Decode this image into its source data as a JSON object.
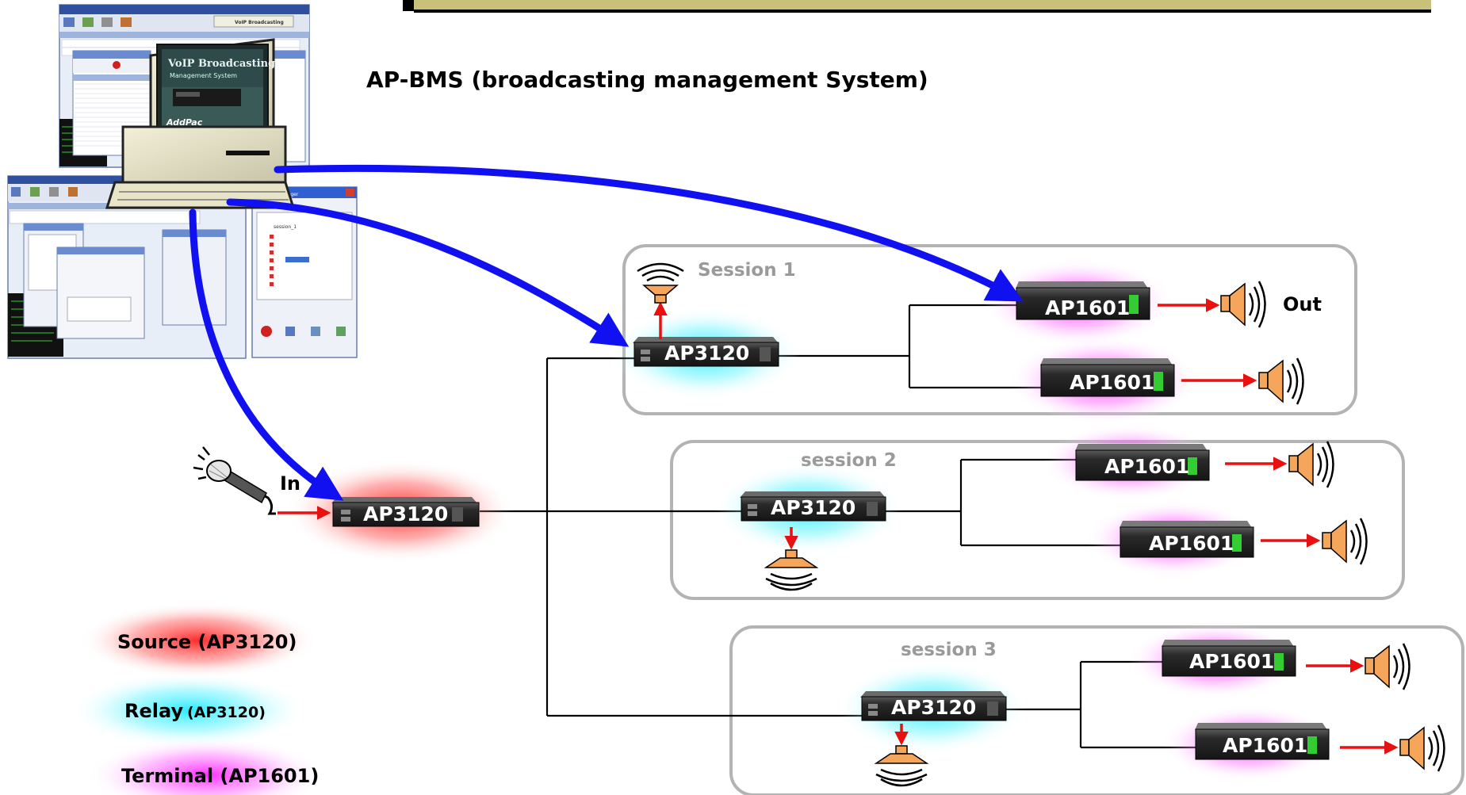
{
  "title": "AP-BMS (broadcasting management System)",
  "labels": {
    "in": "In",
    "out": "Out"
  },
  "sessions": {
    "s1": "Session 1",
    "s2": "session 2",
    "s3": "session 3"
  },
  "devices": {
    "source": "AP3120",
    "relay1": "AP3120",
    "relay2": "AP3120",
    "relay3": "AP3120",
    "term1a": "AP1601",
    "term1b": "AP1601",
    "term2a": "AP1601",
    "term2b": "AP1601",
    "term3a": "AP1601",
    "term3b": "AP1601"
  },
  "legend": {
    "source_main": "Source (AP3120)",
    "relay_main": "Relay",
    "relay_sub": "(AP3120)",
    "terminal_main": "Terminal (AP1601)"
  },
  "screenshot_text": {
    "brand_title": "VoIP Broadcasting",
    "brand_sub": "Management System",
    "brand_company": "AddPac",
    "monitor_caption": "VoIP Broadcasting",
    "manager_title": "Manager",
    "session_tree_root": "session_1"
  },
  "colors": {
    "blue_arrow": "#1010f0",
    "red_arrow": "#e81010",
    "source_glow": "#ff3030",
    "relay_glow": "#30f0ff",
    "terminal_glow": "#ff40ff",
    "session_border": "#b0b0b0",
    "speaker_fill": "#f5a65b"
  }
}
